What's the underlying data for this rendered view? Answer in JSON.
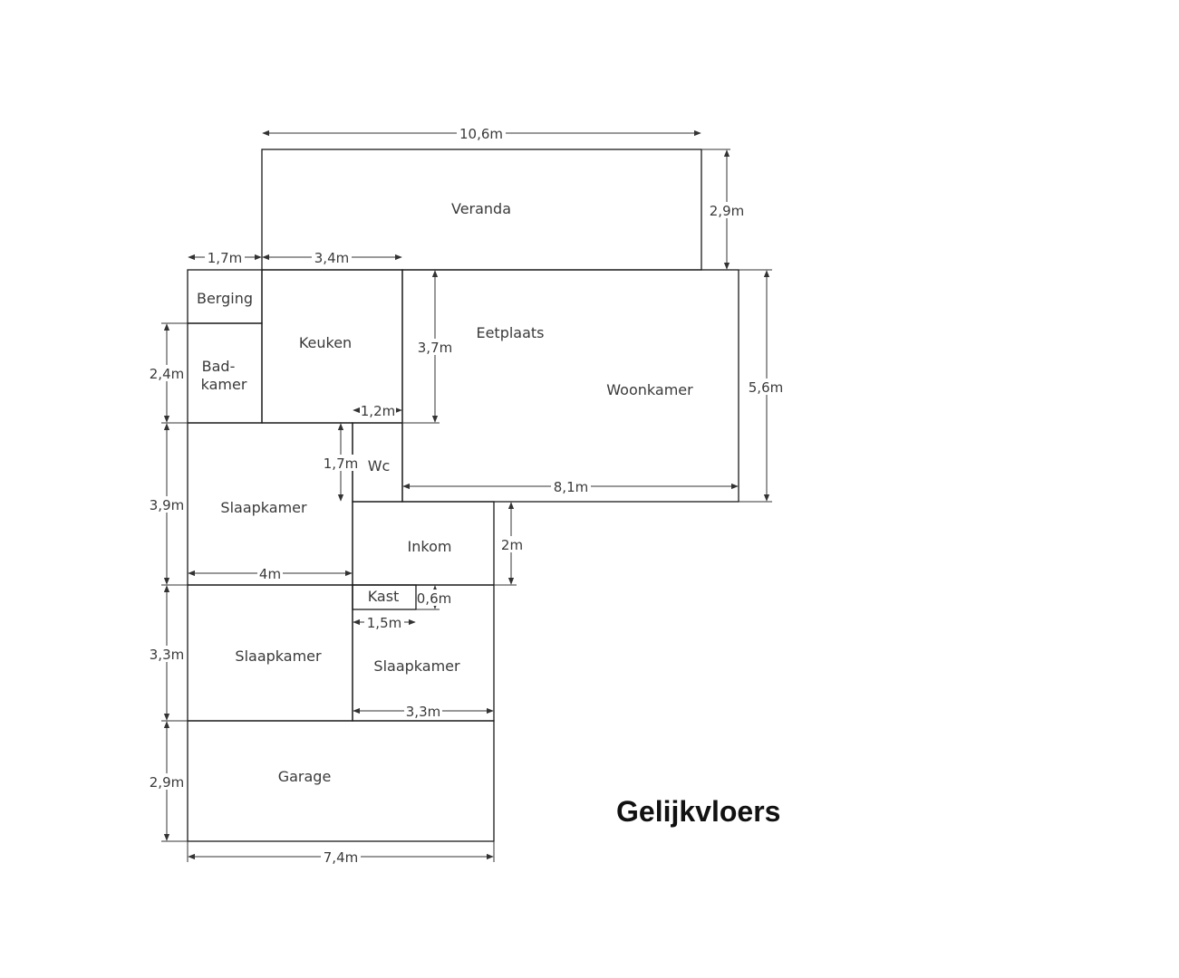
{
  "title": "Gelijkvloers",
  "rooms": {
    "veranda": "Veranda",
    "berging": "Berging",
    "keuken": "Keuken",
    "badkamer_line1": "Bad-",
    "badkamer_line2": "kamer",
    "eetplaats": "Eetplaats",
    "woonkamer": "Woonkamer",
    "wc": "Wc",
    "slaapkamer_1": "Slaapkamer",
    "inkom": "Inkom",
    "kast": "Kast",
    "slaapkamer_2": "Slaapkamer",
    "slaapkamer_3": "Slaapkamer",
    "garage": "Garage"
  },
  "dimensions": {
    "veranda_width": "10,6m",
    "veranda_depth": "2,9m",
    "berging_width": "1,7m",
    "keuken_width": "3,4m",
    "badkamer_height": "2,4m",
    "eetplaats_depth": "3,7m",
    "woonkamer_depth": "5,6m",
    "wc_width": "1,2m",
    "wc_height": "1,7m",
    "slaapkamer_1_height": "3,9m",
    "woonkamer_width": "8,1m",
    "inkom_depth": "2m",
    "slaapkamer_1_width": "4m",
    "kast_depth": "0,6m",
    "kast_width": "1,5m",
    "slaapkamer_2_height": "3,3m",
    "slaapkamer_3_width": "3,3m",
    "garage_depth": "2,9m",
    "garage_width": "7,4m"
  },
  "colors": {
    "walls": "#1a1a1a",
    "text": "#3a3a3a",
    "background": "#ffffff"
  }
}
